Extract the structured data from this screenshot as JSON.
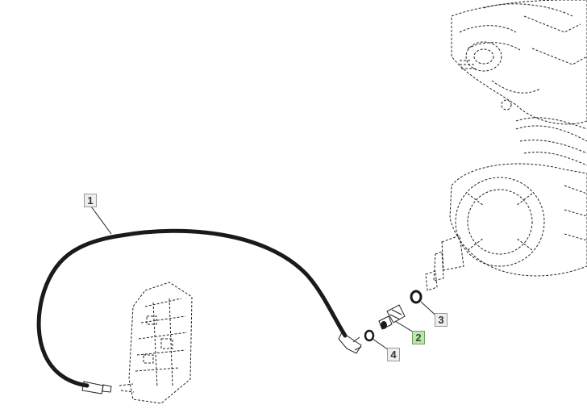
{
  "callouts": [
    {
      "id": "1",
      "label": "1",
      "highlighted": false
    },
    {
      "id": "2",
      "label": "2",
      "highlighted": true
    },
    {
      "id": "3",
      "label": "3",
      "highlighted": false
    },
    {
      "id": "4",
      "label": "4",
      "highlighted": false
    }
  ],
  "colors": {
    "callout_bg": "#eeeeee",
    "callout_border": "#9a9a9a",
    "callout_highlight_bg": "#bfe3b4",
    "callout_highlight_border": "#6aa35c",
    "line_art": "#222222"
  }
}
